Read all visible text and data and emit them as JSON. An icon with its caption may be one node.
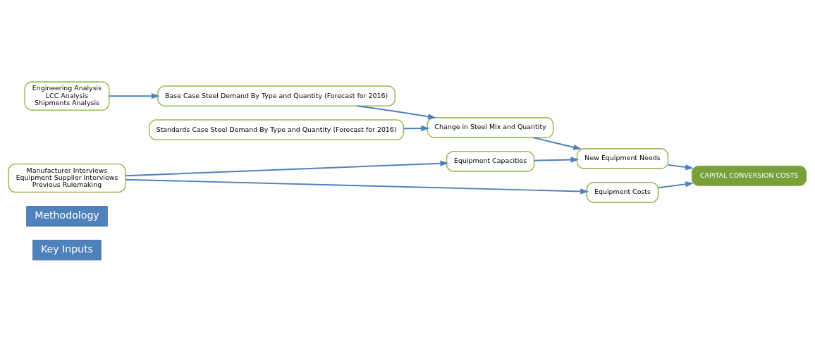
{
  "diagram": {
    "nodes": [
      {
        "text": [
          "Key Inputs"
        ]
      },
      {
        "text": [
          "Methodology"
        ]
      },
      {
        "text": [
          "Engineering Analysis",
          "LCC Analysis",
          "Shipments Analysis"
        ]
      },
      {
        "text": [
          "Base Case Steel Demand By Type and Quantity (Forecast for 2016)"
        ]
      },
      {
        "text": [
          "Standards Case Steel Demand By Type and Quantity (Forecast for 2016)"
        ]
      },
      {
        "text": [
          "Manufacturer Interviews",
          "Equipment Supplier Interviews",
          "Previous Rulemaking"
        ]
      },
      {
        "text": [
          "Equipment Capacities"
        ]
      },
      {
        "text": [
          "Change in Steel Mix and Quantity"
        ]
      },
      {
        "text": [
          "Equipment Costs"
        ]
      },
      {
        "text": [
          "New Equipment Needs"
        ]
      },
      {
        "text": [
          "CAPITAL CONVERSION COSTS"
        ]
      }
    ],
    "edges": [
      {
        "from": 2,
        "to": 3,
        "arrow": "to"
      },
      {
        "from": 5,
        "to": 6,
        "arrow": "to"
      },
      {
        "from": 5,
        "to": 8,
        "arrow": "to"
      },
      {
        "from": 3,
        "to": 7,
        "arrow": "to"
      },
      {
        "from": 4,
        "to": 7,
        "arrow": "to"
      },
      {
        "from": 6,
        "to": 9,
        "arrow": "to"
      },
      {
        "from": 7,
        "to": 9,
        "arrow": "to"
      },
      {
        "from": 8,
        "to": 10,
        "arrow": "to"
      },
      {
        "from": 9,
        "to": 10,
        "arrow": "to"
      }
    ]
  }
}
